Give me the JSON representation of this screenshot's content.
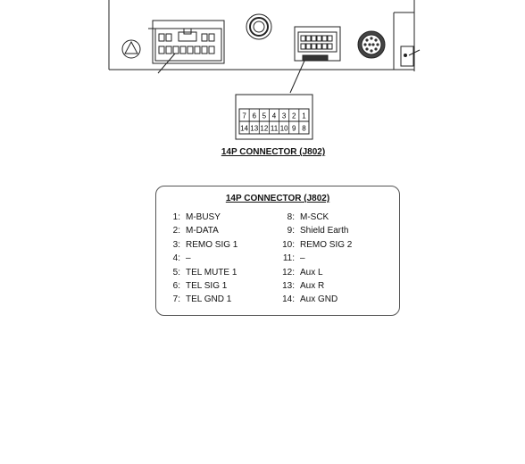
{
  "connector": {
    "caption": "14P CONNECTOR (J802)",
    "top_row_pins": [
      "7",
      "6",
      "5",
      "4",
      "3",
      "2",
      "1"
    ],
    "bottom_row_pins": [
      "14",
      "13",
      "12",
      "11",
      "10",
      "9",
      "8"
    ]
  },
  "pin_table": {
    "title": "14P CONNECTOR (J802)",
    "left": [
      {
        "num": "1:",
        "name": "M-BUSY"
      },
      {
        "num": "2:",
        "name": "M-DATA"
      },
      {
        "num": "3:",
        "name": "REMO SIG 1"
      },
      {
        "num": "4:",
        "name": "–"
      },
      {
        "num": "5:",
        "name": "TEL MUTE 1"
      },
      {
        "num": "6:",
        "name": "TEL SIG 1"
      },
      {
        "num": "7:",
        "name": "TEL GND 1"
      }
    ],
    "right": [
      {
        "num": "8:",
        "name": "M-SCK"
      },
      {
        "num": "9:",
        "name": "Shield Earth"
      },
      {
        "num": "10:",
        "name": "REMO SIG 2"
      },
      {
        "num": "11:",
        "name": "–"
      },
      {
        "num": "12:",
        "name": "Aux L"
      },
      {
        "num": "13:",
        "name": "Aux R"
      },
      {
        "num": "14:",
        "name": "Aux GND"
      }
    ]
  },
  "icons": [
    "caution-triangle-icon",
    "round-jack-icon",
    "din-socket-icon",
    "ground-tab-icon"
  ]
}
